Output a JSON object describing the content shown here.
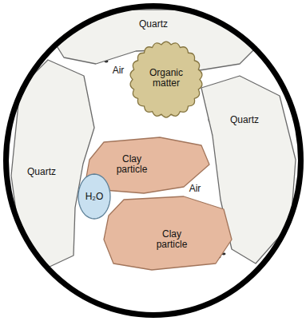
{
  "diagram": {
    "nodes": [
      {
        "text": [
          "Quartz"
        ]
      },
      {
        "text": [
          "Quartz"
        ]
      },
      {
        "text": [
          "Organic matter"
        ]
      },
      {
        "text": [
          "Quartz"
        ]
      },
      {
        "text": [
          "Clay particle"
        ]
      },
      {
        "text": [
          "H₂O"
        ]
      },
      {
        "text": [
          "Clay particle"
        ]
      }
    ],
    "labels": [
      "Air",
      "Air"
    ]
  }
}
